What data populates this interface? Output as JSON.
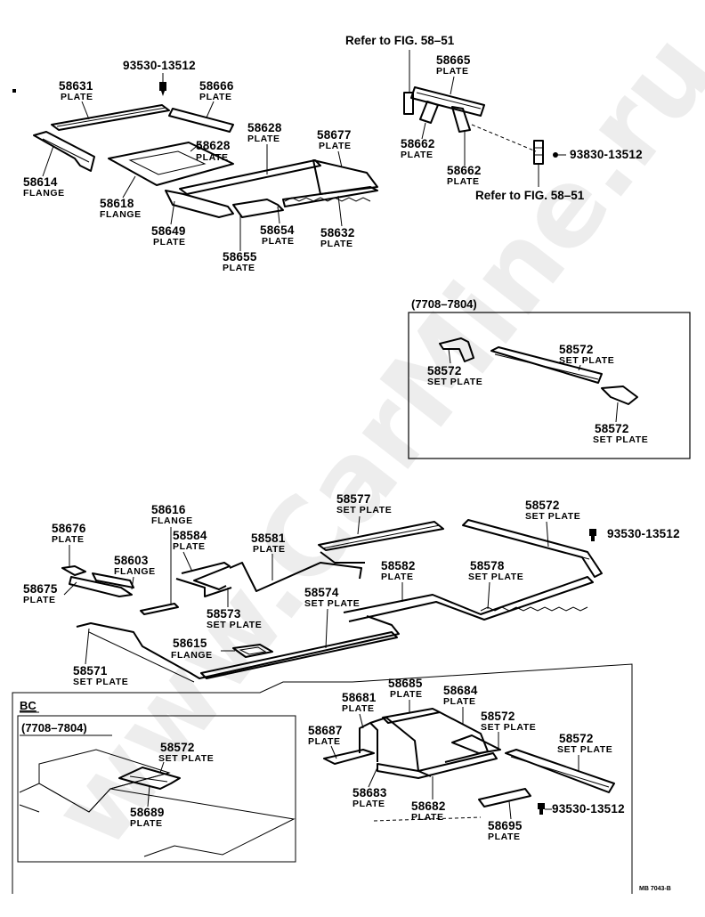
{
  "watermark": "www.CarMine.ru",
  "sheet_code": "MB 7043-B",
  "references": {
    "top": "Refer to FIG. 58–51",
    "bottom": "Refer to FIG. 58–51"
  },
  "boxes": {
    "date_box_header": "(7708–7804)",
    "bc_label": "BC",
    "bc_date_header": "(7708–7804)"
  },
  "callouts": [
    {
      "id": "c01",
      "num": "93530-13512",
      "desc": ""
    },
    {
      "id": "c02",
      "num": "58631",
      "desc": "PLATE"
    },
    {
      "id": "c03",
      "num": "58666",
      "desc": "PLATE"
    },
    {
      "id": "c04",
      "num": "58628",
      "desc": "PLATE"
    },
    {
      "id": "c05",
      "num": "58628",
      "desc": "PLATE"
    },
    {
      "id": "c06",
      "num": "58677",
      "desc": "PLATE"
    },
    {
      "id": "c07",
      "num": "58614",
      "desc": "FLANGE"
    },
    {
      "id": "c08",
      "num": "58618",
      "desc": "FLANGE"
    },
    {
      "id": "c09",
      "num": "58649",
      "desc": "PLATE"
    },
    {
      "id": "c10",
      "num": "58654",
      "desc": "PLATE"
    },
    {
      "id": "c11",
      "num": "58632",
      "desc": "PLATE"
    },
    {
      "id": "c12",
      "num": "58655",
      "desc": "PLATE"
    },
    {
      "id": "c13",
      "num": "58665",
      "desc": "PLATE"
    },
    {
      "id": "c14",
      "num": "58662",
      "desc": "PLATE"
    },
    {
      "id": "c15",
      "num": "58662",
      "desc": "PLATE"
    },
    {
      "id": "c16",
      "num": "93830-13512",
      "desc": ""
    },
    {
      "id": "c17",
      "num": "58572",
      "desc": "SET PLATE"
    },
    {
      "id": "c18",
      "num": "58572",
      "desc": "SET PLATE"
    },
    {
      "id": "c19",
      "num": "58572",
      "desc": "SET PLATE"
    },
    {
      "id": "c20",
      "num": "58676",
      "desc": "PLATE"
    },
    {
      "id": "c21",
      "num": "58616",
      "desc": "FLANGE"
    },
    {
      "id": "c22",
      "num": "58584",
      "desc": "PLATE"
    },
    {
      "id": "c23",
      "num": "58577",
      "desc": "SET PLATE"
    },
    {
      "id": "c24",
      "num": "58572",
      "desc": "SET PLATE"
    },
    {
      "id": "c25",
      "num": "93530-13512",
      "desc": ""
    },
    {
      "id": "c26",
      "num": "58603",
      "desc": "FLANGE"
    },
    {
      "id": "c27",
      "num": "58581",
      "desc": "PLATE"
    },
    {
      "id": "c28",
      "num": "58675",
      "desc": "PLATE"
    },
    {
      "id": "c29",
      "num": "58582",
      "desc": "PLATE"
    },
    {
      "id": "c30",
      "num": "58578",
      "desc": "SET PLATE"
    },
    {
      "id": "c31",
      "num": "58574",
      "desc": "SET PLATE"
    },
    {
      "id": "c32",
      "num": "58573",
      "desc": "SET PLATE"
    },
    {
      "id": "c33",
      "num": "58615",
      "desc": "FLANGE"
    },
    {
      "id": "c34",
      "num": "58571",
      "desc": "SET PLATE"
    },
    {
      "id": "c35",
      "num": "58685",
      "desc": "PLATE"
    },
    {
      "id": "c36",
      "num": "58681",
      "desc": "PLATE"
    },
    {
      "id": "c37",
      "num": "58684",
      "desc": "PLATE"
    },
    {
      "id": "c38",
      "num": "58572",
      "desc": "SET PLATE"
    },
    {
      "id": "c39",
      "num": "58687",
      "desc": "PLATE"
    },
    {
      "id": "c40",
      "num": "58572",
      "desc": "SET PLATE"
    },
    {
      "id": "c41",
      "num": "58572",
      "desc": "SET PLATE"
    },
    {
      "id": "c42",
      "num": "58683",
      "desc": "PLATE"
    },
    {
      "id": "c43",
      "num": "58682",
      "desc": "PLATE"
    },
    {
      "id": "c44",
      "num": "93530-13512",
      "desc": ""
    },
    {
      "id": "c45",
      "num": "58689",
      "desc": "PLATE"
    },
    {
      "id": "c46",
      "num": "58695",
      "desc": "PLATE"
    }
  ]
}
